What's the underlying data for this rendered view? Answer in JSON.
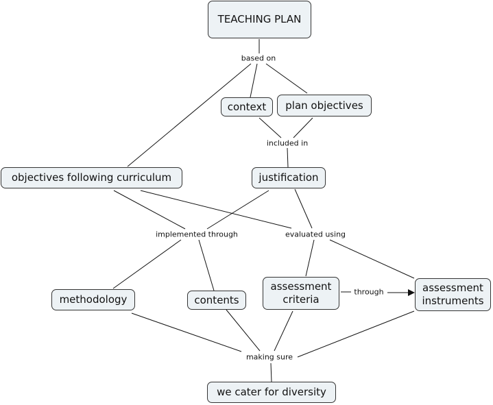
{
  "concepts": {
    "teaching_plan": "TEACHING PLAN",
    "context": "context",
    "plan_objectives": "plan objectives",
    "objectives_curriculum": "objectives following curriculum",
    "justification": "justification",
    "methodology": "methodology",
    "contents": "contents",
    "assessment_criteria": "assessment\ncriteria",
    "assessment_instruments": "assessment\ninstruments",
    "diversity": "we cater for diversity"
  },
  "linking_phrases": {
    "based_on": "based on",
    "included_in": "included in",
    "implemented_through": "implemented through",
    "evaluated_using": "evaluated using",
    "through": "through",
    "making_sure": "making sure"
  },
  "colors": {
    "node_fill": "#edf2f5",
    "line": "#111111"
  }
}
